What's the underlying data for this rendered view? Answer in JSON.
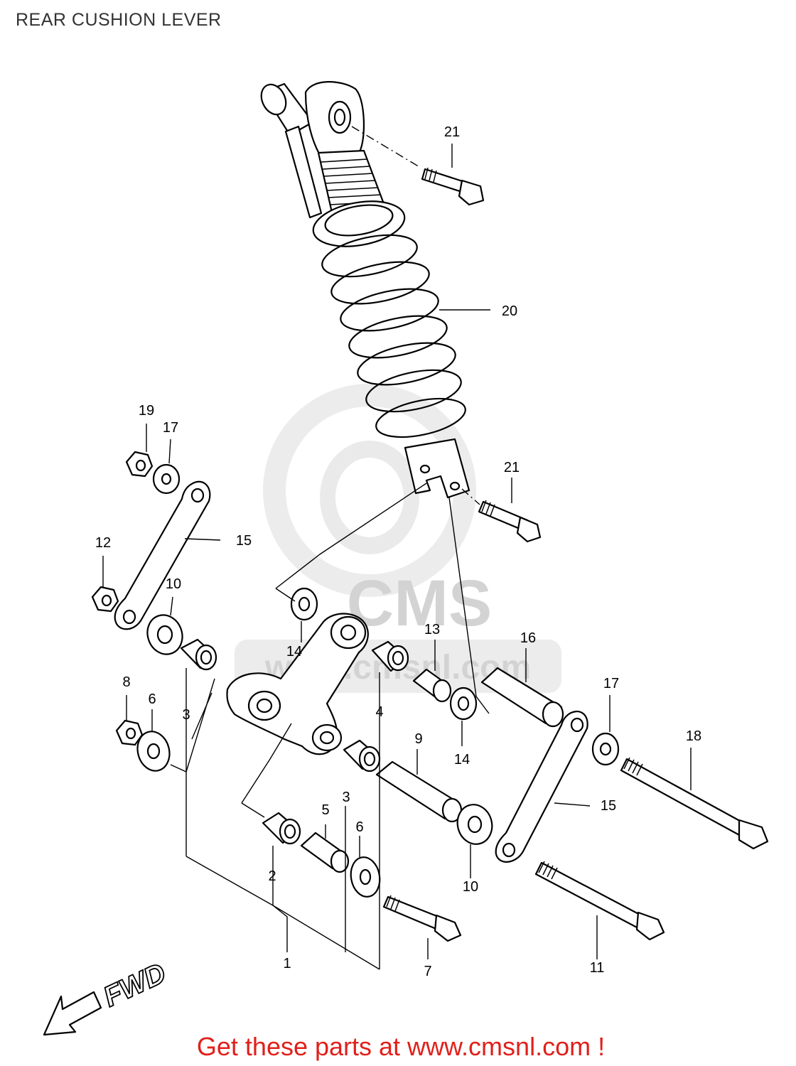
{
  "diagram": {
    "title": "REAR CUSHION LEVER",
    "direction_label": "FWD",
    "watermark": {
      "logo_text": "CMS",
      "url_text": "www.cmsnl.com"
    },
    "part_callouts": [
      "21",
      "20",
      "19",
      "17",
      "15",
      "12",
      "10",
      "14",
      "13",
      "16",
      "8",
      "6",
      "3",
      "4",
      "9",
      "17",
      "18",
      "14",
      "15",
      "5",
      "3",
      "6",
      "2",
      "10",
      "1",
      "7",
      "11",
      "21"
    ]
  },
  "footer": {
    "text": "Get these parts at www.cmsnl.com !",
    "color": "#e0201b"
  }
}
